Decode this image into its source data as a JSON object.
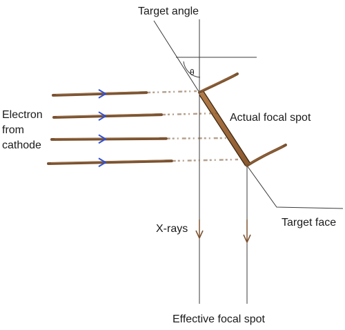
{
  "labels": {
    "target_angle": "Target angle",
    "theta": "θ",
    "electron_line1": "Electron",
    "electron_line2": "from",
    "electron_line3": "cathode",
    "actual_focal_spot": "Actual focal spot",
    "target_face": "Target face",
    "x_rays": "X-rays",
    "effective_focal_spot": "Effective focal spot"
  },
  "colors": {
    "electron_beam": "#7a5230",
    "beam_arrowhead": "#2f4fd6",
    "focal_spot": "#9c6a3c",
    "xray_arrow": "#7a5230",
    "line": "#3a3a3a"
  },
  "beam_count": 4
}
